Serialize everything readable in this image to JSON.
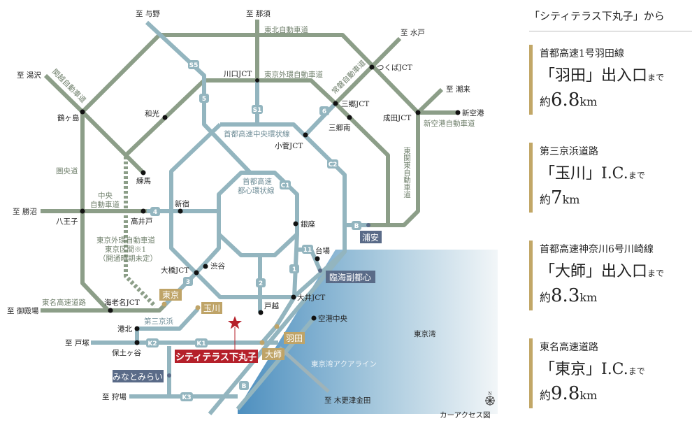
{
  "panel": {
    "title": "「シティテラス下丸子」から",
    "cards": [
      {
        "road": "首都高速1号羽田線",
        "dest": "「羽田」出入口",
        "suffix": "まで",
        "pre": "約",
        "num": "6.8",
        "unit": "km"
      },
      {
        "road": "第三京浜道路",
        "dest": "「玉川」I.C.",
        "suffix": "まで",
        "pre": "約",
        "num": "7",
        "unit": "km"
      },
      {
        "road": "首都高速神奈川6号川崎線",
        "dest": "「大師」出入口",
        "suffix": "まで",
        "pre": "約",
        "num": "8.3",
        "unit": "km"
      },
      {
        "road": "東名高速道路",
        "dest": "「東京」I.C.",
        "suffix": "まで",
        "pre": "約",
        "num": "9.8",
        "unit": "km"
      }
    ]
  },
  "map": {
    "directions": {
      "yono": "至 与野",
      "nasu": "至 那須",
      "mito": "至 水戸",
      "yuzawa": "至 湯沢",
      "itako": "至 潮来",
      "katsunuma": "至 勝沼",
      "gotemba": "至 御殿場",
      "totsuka": "至 戸塚",
      "kariba": "至 狩場",
      "kisarazu": "至 木更津金田"
    },
    "roads": {
      "tohoku": "東北自動車道",
      "gaikan": "東京外環自動車道",
      "kanetsu": "関越自動車道",
      "joban": "常磐自動車道",
      "kenodo": "圏央道",
      "chuo1": "中央",
      "chuo2": "自動車道",
      "shinkuko": "新空港自動車道",
      "higashikanto": "東関東自動車道",
      "central": "首都高速中央環状線",
      "c1a": "首都高速",
      "c1b": "都心環状線",
      "gaikan_tokyo1": "東京外環自動車道",
      "gaikan_tokyo2": "東京区間※1",
      "gaikan_tokyo3": "（開通時期未定）",
      "tomei": "東名高速道路",
      "daisan": "第三京浜",
      "aqua": "東京湾アクアライン"
    },
    "places": {
      "kawaguchi": "川口JCT",
      "tsukuba": "つくばJCT",
      "misato": "三郷JCT",
      "misatominami": "三郷南",
      "kosuge": "小菅JCT",
      "narita": "成田JCT",
      "shinkuko": "新空港",
      "tsurugashima": "鶴ヶ島",
      "wako": "和光",
      "nerima": "練馬",
      "shinjuku": "新宿",
      "takaido": "高井戸",
      "hachioji": "八王子",
      "ginza": "銀座",
      "daiba": "台場",
      "shibuya": "渋谷",
      "ohashi": "大橋JCT",
      "oi": "大井JCT",
      "togoshi": "戸越",
      "kukochuo": "空港中央",
      "ebina": "海老名JCT",
      "kohoku": "港北",
      "hodogaya": "保土ヶ谷",
      "bay": "東京湾"
    },
    "ic": {
      "tokyo": "東京",
      "tamagawa": "玉川",
      "haneda": "羽田",
      "daishi": "大師"
    },
    "areas": {
      "urayasu": "浦安",
      "rinkai": "臨海副都心",
      "minatomirai": "みなとみらい"
    },
    "property": "シティテラス下丸子",
    "shields": [
      "S5",
      "5",
      "S1",
      "6",
      "C2",
      "C1",
      "4",
      "3",
      "2",
      "1",
      "11",
      "B",
      "K1",
      "K2",
      "K3",
      "B"
    ],
    "caption": "カーアクセス図",
    "north": "N",
    "colors": {
      "expressway": "#8c9e88",
      "metro": "#93b5bf",
      "ic": "#bfa468",
      "area": "#5a6b88",
      "property": "#b5202a"
    }
  }
}
